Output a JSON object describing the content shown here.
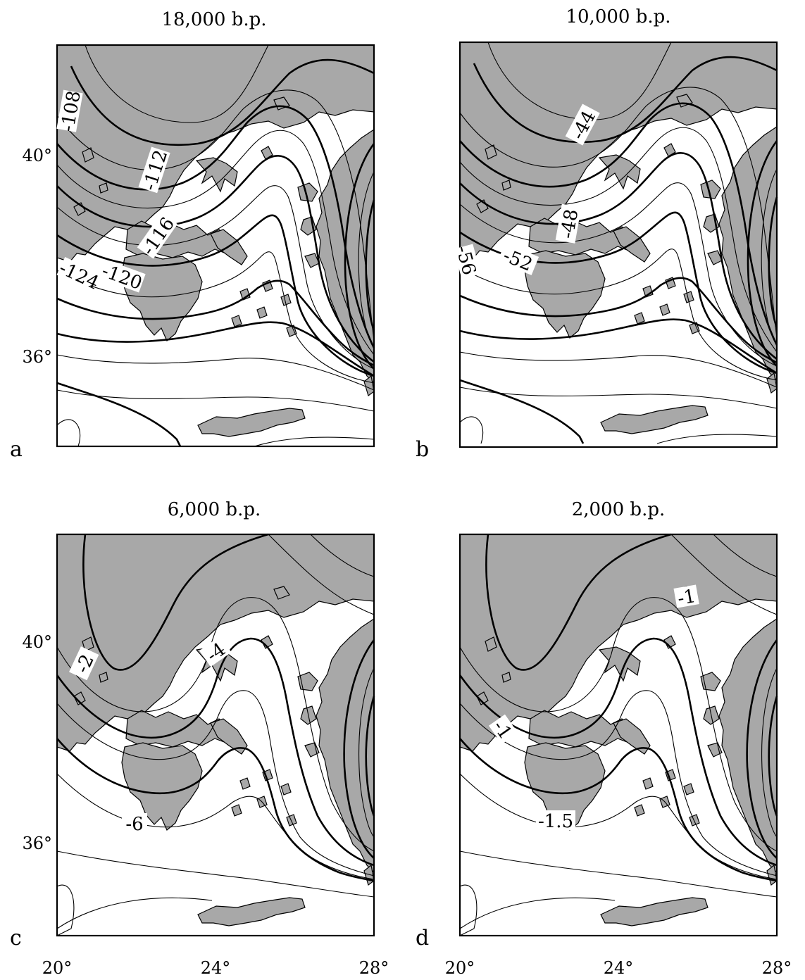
{
  "figure": {
    "panels": [
      {
        "id": "a",
        "letter": "a",
        "title": "18,000 b.p.",
        "contour_labels": [
          "-108",
          "-112",
          "-116",
          "-120",
          "-124"
        ],
        "y_ticks": [
          "40°",
          "36°"
        ],
        "x_ticks": []
      },
      {
        "id": "b",
        "letter": "b",
        "title": "10,000 b.p.",
        "contour_labels": [
          "-44",
          "-48",
          "-52",
          "-56"
        ],
        "y_ticks": [],
        "x_ticks": []
      },
      {
        "id": "c",
        "letter": "c",
        "title": "6,000 b.p.",
        "contour_labels": [
          "-2",
          "-4",
          "-6"
        ],
        "y_ticks": [
          "40°",
          "36°"
        ],
        "x_ticks": [
          "20°",
          "24°",
          "28°"
        ]
      },
      {
        "id": "d",
        "letter": "d",
        "title": "2,000 b.p.",
        "contour_labels": [
          "-1",
          "-1",
          "-1.5"
        ],
        "y_ticks": [],
        "x_ticks": [
          "20°",
          "24°",
          "28°"
        ]
      }
    ],
    "colors": {
      "land": "#a8a8a8",
      "sea": "#ffffff",
      "contour": "#000000"
    }
  }
}
